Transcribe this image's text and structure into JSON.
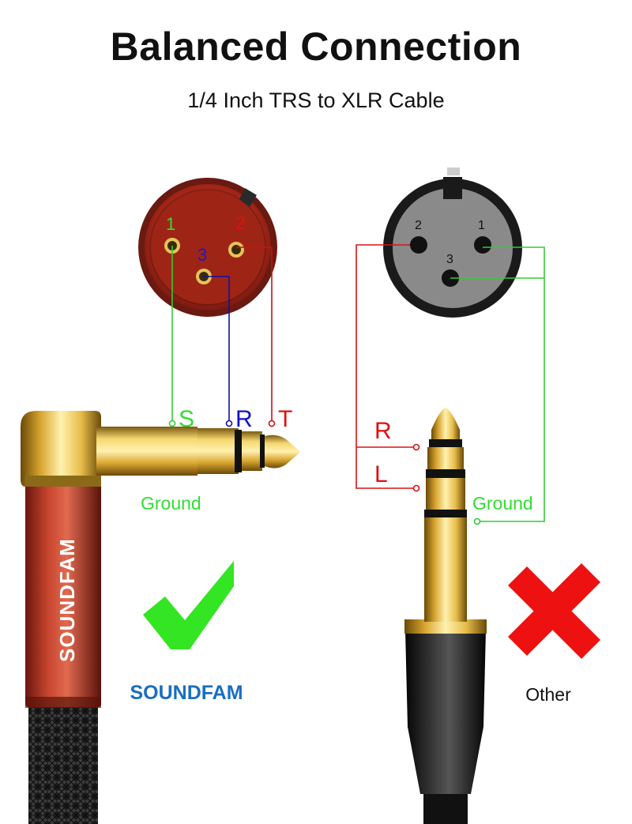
{
  "header": {
    "title": "Balanced Connection",
    "subtitle": "1/4 Inch TRS to XLR Cable"
  },
  "left": {
    "xlr_pins": {
      "pin1": "1",
      "pin2": "2",
      "pin3": "3"
    },
    "trs_labels": {
      "sleeve": "S",
      "ring": "R",
      "tip": "T"
    },
    "ground_label": "Ground",
    "cable_brand_text": "SOUNDFAM",
    "brand_caption": "SOUNDFAM",
    "verdict": "check-mark-icon"
  },
  "right": {
    "xlr_pins": {
      "pin1": "1",
      "pin2": "2",
      "pin3": "3"
    },
    "trs_labels": {
      "right": "R",
      "left": "L"
    },
    "ground_label": "Ground",
    "caption": "Other",
    "verdict": "cross-mark-icon"
  },
  "colors": {
    "green": "#33dd33",
    "red": "#dd1111",
    "blue": "#1111cc",
    "brand_blue": "#1a6ec0",
    "xlr_red": "#b52a1c",
    "gold": "#d4a52a",
    "black": "#111111"
  }
}
